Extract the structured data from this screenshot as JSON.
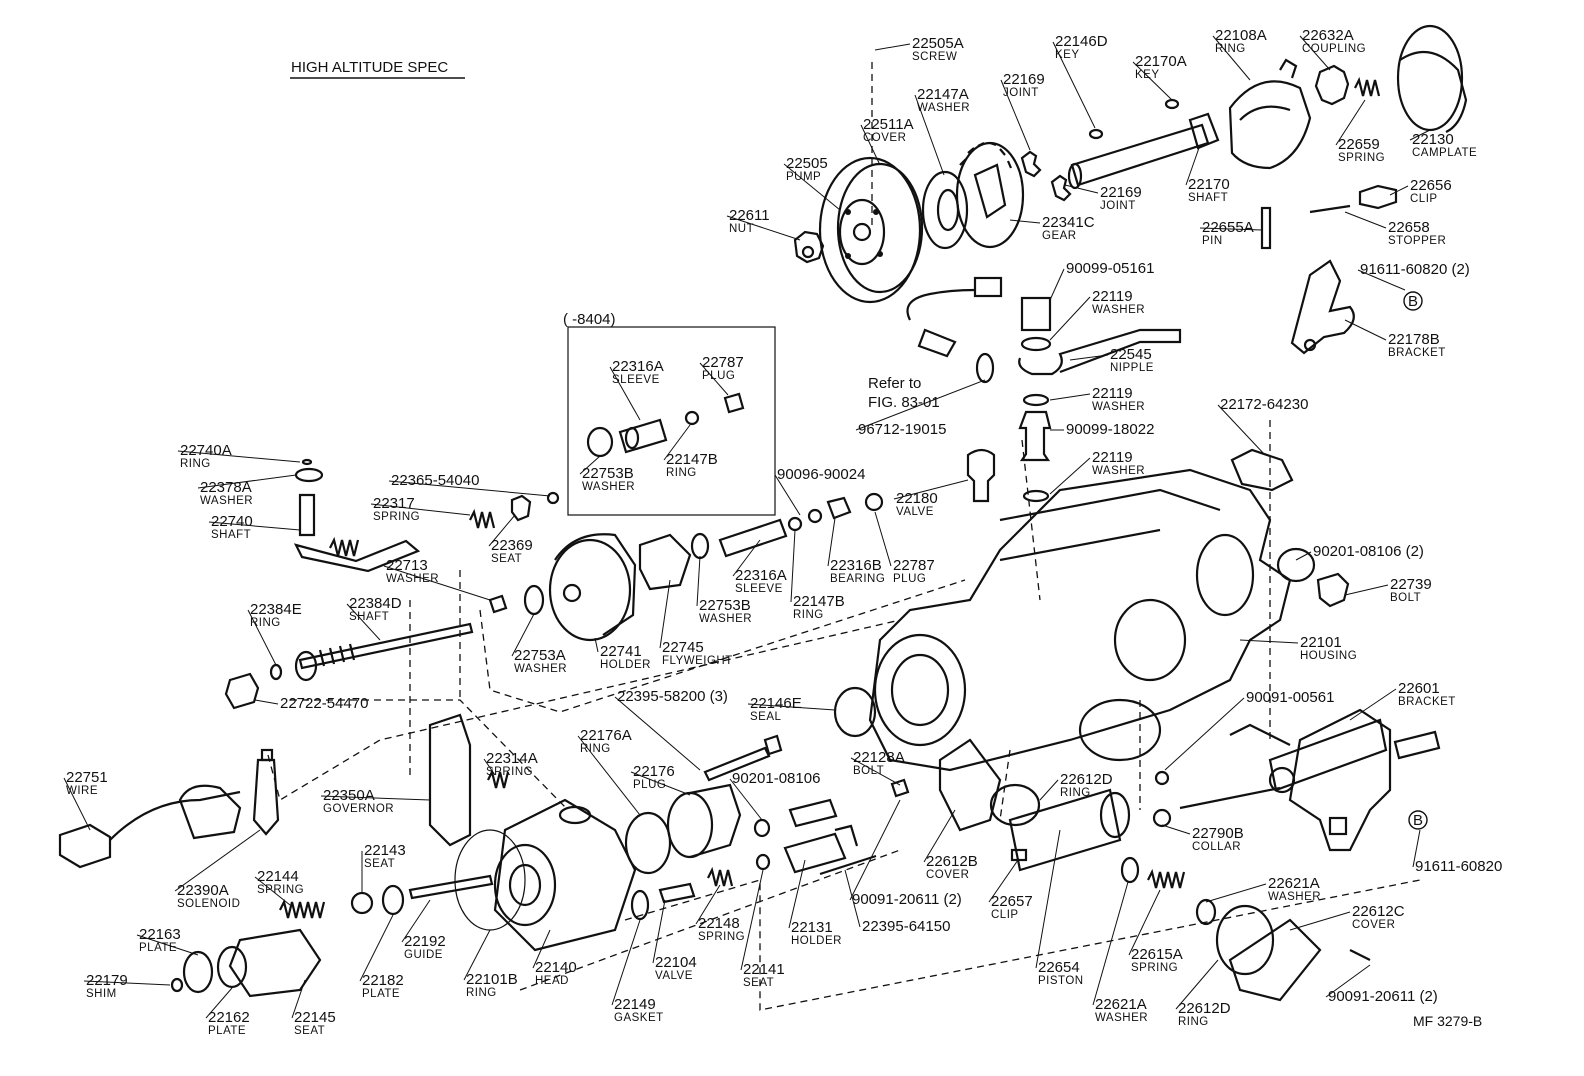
{
  "title": "HIGH ALTITUDE SPEC",
  "inset_label": "(      -8404)",
  "reference": {
    "line1": "Refer to",
    "line2": "FIG. 83-01"
  },
  "drawing_code": "MF 3279-B",
  "callouts": [
    {
      "id": "screw-22505A",
      "num": "22505A",
      "name": "SCREW"
    },
    {
      "id": "key-22146D",
      "num": "22146D",
      "name": "KEY"
    },
    {
      "id": "key-22170A",
      "num": "22170A",
      "name": "KEY"
    },
    {
      "id": "ring-22108A",
      "num": "22108A",
      "name": "RING"
    },
    {
      "id": "coupling-22632A",
      "num": "22632A",
      "name": "COUPLING"
    },
    {
      "id": "joint-22169",
      "num": "22169",
      "name": "JOINT"
    },
    {
      "id": "washer-22147A",
      "num": "22147A",
      "name": "WASHER"
    },
    {
      "id": "cover-22511A",
      "num": "22511A",
      "name": "COVER"
    },
    {
      "id": "spring-22659",
      "num": "22659",
      "name": "SPRING"
    },
    {
      "id": "camplate-22130",
      "num": "22130",
      "name": "CAMPLATE"
    },
    {
      "id": "pump-22505",
      "num": "22505",
      "name": "PUMP"
    },
    {
      "id": "shaft-22170",
      "num": "22170",
      "name": "SHAFT"
    },
    {
      "id": "joint-22169b",
      "num": "22169",
      "name": "JOINT"
    },
    {
      "id": "clip-22656",
      "num": "22656",
      "name": "CLIP"
    },
    {
      "id": "nut-22611",
      "num": "22611",
      "name": "NUT"
    },
    {
      "id": "gear-22341C",
      "num": "22341C",
      "name": "GEAR"
    },
    {
      "id": "pin-22655A",
      "num": "22655A",
      "name": "PIN"
    },
    {
      "id": "stopper-22658",
      "num": "22658",
      "name": "STOPPER"
    },
    {
      "id": "p-90099-05161",
      "num": "90099-05161",
      "name": ""
    },
    {
      "id": "p-91611-60820-2",
      "num": "91611-60820 (2)",
      "name": ""
    },
    {
      "id": "washer-22119",
      "num": "22119",
      "name": "WASHER"
    },
    {
      "id": "nipple-22545",
      "num": "22545",
      "name": "NIPPLE"
    },
    {
      "id": "bracket-22178B",
      "num": "22178B",
      "name": "BRACKET"
    },
    {
      "id": "sleeve-22316A",
      "num": "22316A",
      "name": "SLEEVE"
    },
    {
      "id": "plug-22787",
      "num": "22787",
      "name": "PLUG"
    },
    {
      "id": "washer-22119b",
      "num": "22119",
      "name": "WASHER"
    },
    {
      "id": "p-90099-18022",
      "num": "90099-18022",
      "name": ""
    },
    {
      "id": "p-96712-19015",
      "num": "96712-19015",
      "name": ""
    },
    {
      "id": "p-22172-64230",
      "num": "22172-64230",
      "name": ""
    },
    {
      "id": "washer-22753B",
      "num": "22753B",
      "name": "WASHER"
    },
    {
      "id": "ring-22147B",
      "num": "22147B",
      "name": "RING"
    },
    {
      "id": "washer-22119c",
      "num": "22119",
      "name": "WASHER"
    },
    {
      "id": "ring-22740A",
      "num": "22740A",
      "name": "RING"
    },
    {
      "id": "washer-22378A",
      "num": "22378A",
      "name": "WASHER"
    },
    {
      "id": "p-22365-54040",
      "num": "22365-54040",
      "name": ""
    },
    {
      "id": "p-90096-90024",
      "num": "90096-90024",
      "name": ""
    },
    {
      "id": "valve-22180",
      "num": "22180",
      "name": "VALVE"
    },
    {
      "id": "spring-22317",
      "num": "22317",
      "name": "SPRING"
    },
    {
      "id": "shaft-22740",
      "num": "22740",
      "name": "SHAFT"
    },
    {
      "id": "seat-22369",
      "num": "22369",
      "name": "SEAT"
    },
    {
      "id": "bearing-22316B",
      "num": "22316B",
      "name": "BEARING"
    },
    {
      "id": "plug-22787b",
      "num": "22787",
      "name": "PLUG"
    },
    {
      "id": "p-90201-08106-2",
      "num": "90201-08106 (2)",
      "name": ""
    },
    {
      "id": "washer-22713",
      "num": "22713",
      "name": "WASHER"
    },
    {
      "id": "sleeve-22316Ab",
      "num": "22316A",
      "name": "SLEEVE"
    },
    {
      "id": "bolt-22739",
      "num": "22739",
      "name": "BOLT"
    },
    {
      "id": "ring-22384E",
      "num": "22384E",
      "name": "RING"
    },
    {
      "id": "shaft-22384D",
      "num": "22384D",
      "name": "SHAFT"
    },
    {
      "id": "washer-22753Bb",
      "num": "22753B",
      "name": "WASHER"
    },
    {
      "id": "ring-22147Bb",
      "num": "22147B",
      "name": "RING"
    },
    {
      "id": "holder-22741",
      "num": "22741",
      "name": "HOLDER"
    },
    {
      "id": "washer-22753A",
      "num": "22753A",
      "name": "WASHER"
    },
    {
      "id": "flyweight-22745",
      "num": "22745",
      "name": "FLYWEIGHT"
    },
    {
      "id": "housing-22101",
      "num": "22101",
      "name": "HOUSING"
    },
    {
      "id": "p-22722-54470",
      "num": "22722-54470",
      "name": ""
    },
    {
      "id": "p-22395-58200",
      "num": "22395-58200 (3)",
      "name": ""
    },
    {
      "id": "p-90091-00561",
      "num": "90091-00561",
      "name": ""
    },
    {
      "id": "bracket-22601",
      "num": "22601",
      "name": "BRACKET"
    },
    {
      "id": "seal-22146E",
      "num": "22146E",
      "name": "SEAL"
    },
    {
      "id": "ring-22176A",
      "num": "22176A",
      "name": "RING"
    },
    {
      "id": "spring-22314A",
      "num": "22314A",
      "name": "SPRING"
    },
    {
      "id": "wire-22751",
      "num": "22751",
      "name": "WIRE"
    },
    {
      "id": "plug-22176",
      "num": "22176",
      "name": "PLUG"
    },
    {
      "id": "bolt-22128A",
      "num": "22128A",
      "name": "BOLT"
    },
    {
      "id": "ring-22612D",
      "num": "22612D",
      "name": "RING"
    },
    {
      "id": "p-90201-08106",
      "num": "90201-08106",
      "name": ""
    },
    {
      "id": "governor-22350A",
      "num": "22350A",
      "name": "GOVERNOR"
    },
    {
      "id": "collar-22790B",
      "num": "22790B",
      "name": "COLLAR"
    },
    {
      "id": "p-91611-60820",
      "num": "91611-60820",
      "name": ""
    },
    {
      "id": "seat-22143",
      "num": "22143",
      "name": "SEAT"
    },
    {
      "id": "cover-22612B",
      "num": "22612B",
      "name": "COVER"
    },
    {
      "id": "solenoid-22390A",
      "num": "22390A",
      "name": "SOLENOID"
    },
    {
      "id": "spring-22144",
      "num": "22144",
      "name": "SPRING"
    },
    {
      "id": "p-90091-20611-2",
      "num": "90091-20611 (2)",
      "name": ""
    },
    {
      "id": "clip-22657",
      "num": "22657",
      "name": "CLIP"
    },
    {
      "id": "washer-22621A",
      "num": "22621A",
      "name": "WASHER"
    },
    {
      "id": "cover-22612C",
      "num": "22612C",
      "name": "COVER"
    },
    {
      "id": "plate-22163",
      "num": "22163",
      "name": "PLATE"
    },
    {
      "id": "guide-22192",
      "num": "22192",
      "name": "GUIDE"
    },
    {
      "id": "p-22395-64150",
      "num": "22395-64150",
      "name": ""
    },
    {
      "id": "holder-22131",
      "num": "22131",
      "name": "HOLDER"
    },
    {
      "id": "spring-22148",
      "num": "22148",
      "name": "SPRING"
    },
    {
      "id": "ring-22101B",
      "num": "22101B",
      "name": "RING"
    },
    {
      "id": "head-22140",
      "num": "22140",
      "name": "HEAD"
    },
    {
      "id": "valve-22104",
      "num": "22104",
      "name": "VALVE"
    },
    {
      "id": "piston-22654",
      "num": "22654",
      "name": "PISTON"
    },
    {
      "id": "spring-22615A",
      "num": "22615A",
      "name": "SPRING"
    },
    {
      "id": "seat-22141",
      "num": "22141",
      "name": "SEAT"
    },
    {
      "id": "shim-22179",
      "num": "22179",
      "name": "SHIM"
    },
    {
      "id": "plate-22182",
      "num": "22182",
      "name": "PLATE"
    },
    {
      "id": "p-90091-20611-2b",
      "num": "90091-20611 (2)",
      "name": ""
    },
    {
      "id": "gasket-22149",
      "num": "22149",
      "name": "GASKET"
    },
    {
      "id": "plate-22162",
      "num": "22162",
      "name": "PLATE"
    },
    {
      "id": "seat-22145",
      "num": "22145",
      "name": "SEAT"
    },
    {
      "id": "washer-22621Ab",
      "num": "22621A",
      "name": "WASHER"
    },
    {
      "id": "ring-22612Db",
      "num": "22612D",
      "name": "RING"
    },
    {
      "id": "inset-sleeve-22316A",
      "num": "22316A",
      "name": "SLEEVE"
    },
    {
      "id": "inset-plug-22787",
      "num": "22787",
      "name": "PLUG"
    },
    {
      "id": "inset-washer-22753B",
      "num": "22753B",
      "name": "WASHER"
    },
    {
      "id": "inset-ring-22147B",
      "num": "22147B",
      "name": "RING"
    }
  ],
  "circle_markers": [
    "B",
    "B"
  ]
}
